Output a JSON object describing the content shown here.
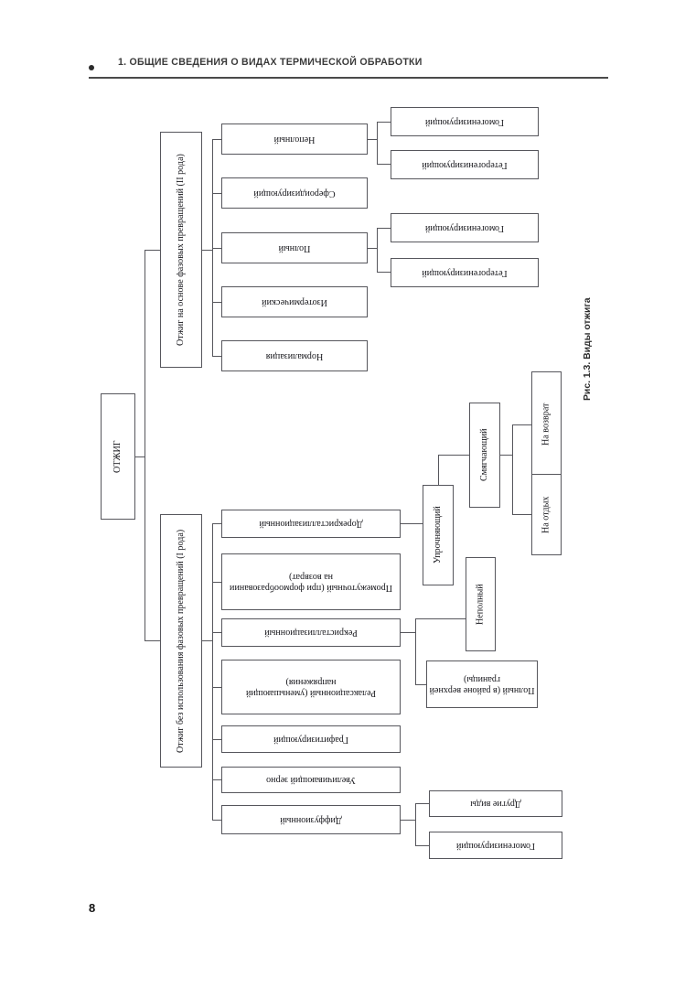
{
  "header": {
    "bullet_icon": "bullet-dot",
    "title": "1. ОБЩИЕ СВЕДЕНИЯ О ВИДАХ ТЕРМИЧЕСКОЙ ОБРАБОТКИ"
  },
  "page_number": "8",
  "figure": {
    "caption": "Рис. 1.3. Виды отжига",
    "root": "ОТЖИГ",
    "branch_phase": "Отжиг на основе фазовых превращений (II рода)",
    "branch_nophase": "Отжиг без использования фазовых превращений (I рода)",
    "phase_children": [
      "Неполный",
      "Сфероидизирующий",
      "Полный",
      "Изотермический",
      "Нормализация"
    ],
    "nepolny_children": [
      "Гомогенизирующий",
      "Гетерогенизирующий"
    ],
    "polny_children": [
      "Гомогенизирующий",
      "Гетерогенизирующий"
    ],
    "nophase_children": [
      "Дорекристаллизационный",
      "Промежуточный (при формообразовании на возврат)",
      "Рекристаллизационный",
      "Релаксационный (уменьшающий напряжения)",
      "Графитизирующий",
      "Увеличивающий зерно",
      "Диффузионный"
    ],
    "dorecryst_children": [
      "Упрочняющий"
    ],
    "uprochn_children": [
      "Смягчающий"
    ],
    "smyagch_children": [
      "На возврат",
      "На отдых"
    ],
    "recryst_children": [
      "Неполный",
      "Полный (в районе верхней границы)"
    ],
    "diffus_children": [
      "Другие виды",
      "Гомогенизирующий"
    ]
  },
  "colors": {
    "ink": "#15151a",
    "stroke": "#56565c",
    "header_rule": "#4a4a4a",
    "page_bg": "#ffffff"
  }
}
